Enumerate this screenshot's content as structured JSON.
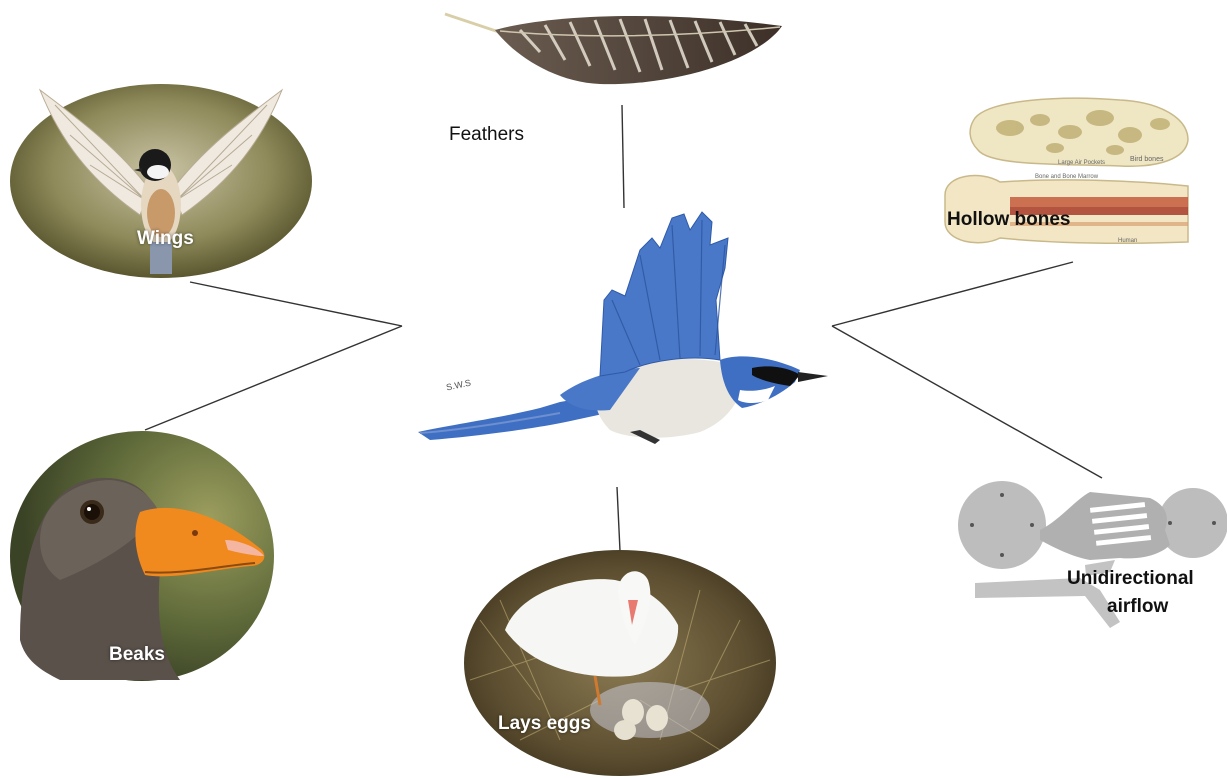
{
  "labels": {
    "feathers": "Feathers",
    "wings": "Wings",
    "hollow_bones": "Hollow bones",
    "beaks": "Beaks",
    "lays_eggs": "Lays eggs",
    "unidirectional_airflow_line1": "Unidirectional",
    "unidirectional_airflow_line2": "airflow"
  },
  "bone_diagram_text": {
    "bird_bones": "Bird bones",
    "large_air_pockets": "Large Air Pockets",
    "bone_and_bone_marrow": "Bone and Bone Marrow",
    "human": "Human"
  },
  "signature": "S.W.S",
  "colors": {
    "connector": "#333333",
    "label_on_photo": "#ffffff",
    "label_dark": "#111111",
    "jay_blue": "#3f6fc2"
  }
}
